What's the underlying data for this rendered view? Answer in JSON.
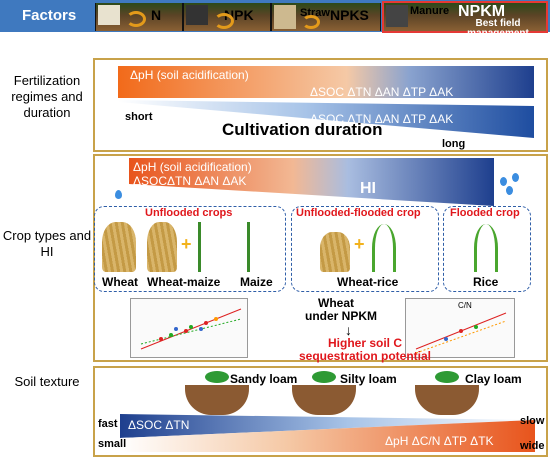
{
  "factors": {
    "label": "Factors",
    "tiles": [
      "N",
      "NPK",
      "Straw",
      "NPKS",
      "Manure",
      "NPKM"
    ],
    "best": "Best field management"
  },
  "fertilization": {
    "label": "Fertilization regimes and duration",
    "top_wedge": "ΔpH (soil acidification)",
    "top_wedge_right": "ΔSOC ΔTN ΔAN ΔTP ΔAK",
    "bottom_wedge": "ΔSOC ΔTN ΔAN ΔTP ΔAK",
    "short": "short",
    "long": "long",
    "duration": "Cultivation duration"
  },
  "crops": {
    "label": "Crop types and HI",
    "wedge_line1": "ΔpH (soil acidification)",
    "wedge_line2": "ΔSOCΔTN ΔAN ΔAK",
    "hi": "HI",
    "group1": "Unflooded crops",
    "group2": "Unflooded-flooded crop",
    "group3": "Flooded crop",
    "wheat": "Wheat",
    "wheat_maize": "Wheat-maize",
    "maize": "Maize",
    "wheat_rice": "Wheat-rice",
    "rice": "Rice",
    "npkm_line1": "Wheat",
    "npkm_line2": "under NPKM",
    "potential_line1": "Higher soil C",
    "potential_line2": "sequestration potential",
    "cn_label": "C/N"
  },
  "soil": {
    "label": "Soil texture",
    "sandy": "Sandy loam",
    "silty": "Silty loam",
    "clay": "Clay loam",
    "fast": "fast",
    "small": "small",
    "slow": "slow",
    "wide": "wide",
    "left_wedge": "ΔSOC ΔTN",
    "right_wedge": "ΔpH ΔC/N ΔTP ΔTK"
  },
  "colors": {
    "header_blue": "#3f79bf",
    "frame_gold": "#c8a24a",
    "orange": "#e8541c",
    "navy": "#1e3f8e",
    "red_text": "#e0171c"
  }
}
